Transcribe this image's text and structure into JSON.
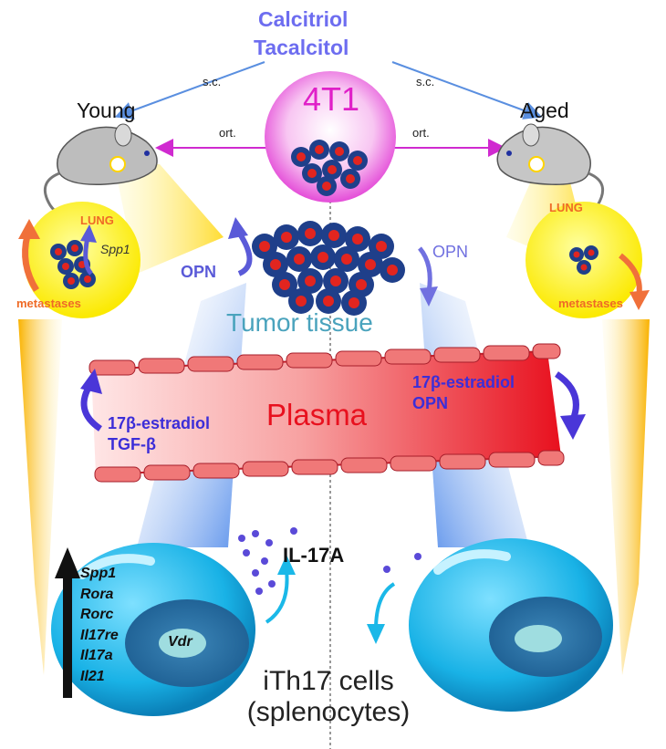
{
  "drugs": {
    "line1": "Calcitriol",
    "line2": "Tacalcitol"
  },
  "routes": {
    "sc_left": "s.c.",
    "sc_right": "s.c.",
    "ort_left": "ort.",
    "ort_right": "ort."
  },
  "tumor_model": "4T1",
  "mice": {
    "young": "Young",
    "aged": "Aged"
  },
  "lung_left": {
    "label": "LUNG",
    "gene": "Spp1",
    "metastases": "metastases"
  },
  "lung_right": {
    "label": "LUNG",
    "metastases": "metastases"
  },
  "opn_left": "OPN",
  "opn_right": "OPN",
  "tumor_tissue": "Tumor tissue",
  "plasma": "Plasma",
  "plasma_left": {
    "line1": "17β-estradiol",
    "line2": "TGF-β"
  },
  "plasma_right": {
    "line1": "17β-estradiol",
    "line2": "OPN"
  },
  "genes": [
    "Spp1",
    "Rora",
    "Rorc",
    "Il17re",
    "Il17a",
    "Il21"
  ],
  "vdr": "Vdr",
  "cytokine": "IL-17A",
  "cells": {
    "line1": "iTh17 cells",
    "line2": "(splenocytes)"
  },
  "colors": {
    "drug_text": "#6d6df0",
    "arrow_blue": "#5a5ad8",
    "arrow_orange": "#ef6a26",
    "plasma_text": "#e8101e",
    "tumor_text": "#4aa3bd",
    "cell_cyan": "#1ab8e8",
    "lung_yellow": "#fff23a"
  }
}
